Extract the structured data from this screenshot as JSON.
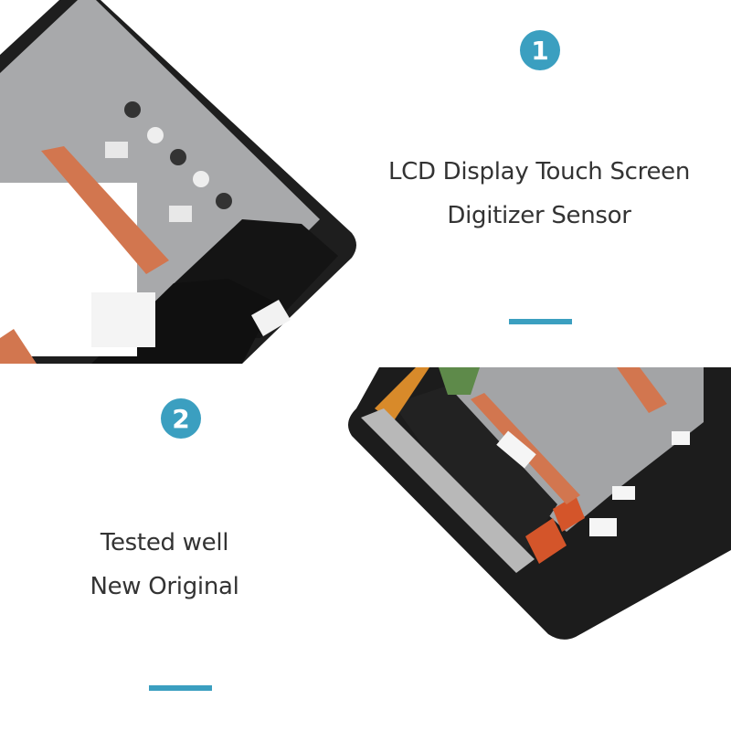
{
  "accent_color": "#3b9fc0",
  "sections": [
    {
      "badge": "1",
      "lines": [
        "LCD Display Touch Screen",
        "Digitizer Sensor"
      ],
      "image_alt": "lcd-frame-corner-photo"
    },
    {
      "badge": "2",
      "lines": [
        "Tested well",
        "New Original"
      ],
      "image_alt": "lcd-assembly-back-photo"
    }
  ]
}
